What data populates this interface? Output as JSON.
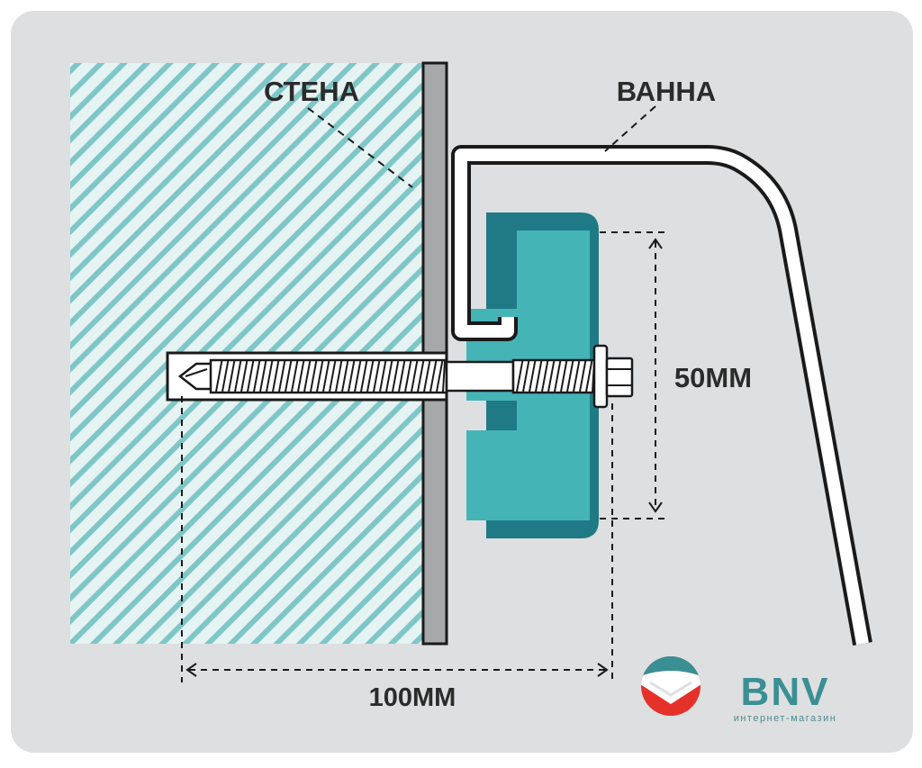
{
  "labels": {
    "wall": "СТЕНА",
    "bath": "ВАННА",
    "height_dim": "50ММ",
    "depth_dim": "100ММ"
  },
  "brand": {
    "name": "BNV",
    "tagline": "интернет-магазин"
  },
  "colors": {
    "background": "#dedfe0",
    "wall_hatch": "#7fc6c7",
    "bracket": "#45b4b7",
    "bracket_shadow": "#1f7a85",
    "steel": "#a7a8aa",
    "outline": "#1a1a1a",
    "logo_red": "#e4322b",
    "logo_teal": "#3a8f94"
  },
  "icons": [
    "bnv-logo-icon"
  ]
}
